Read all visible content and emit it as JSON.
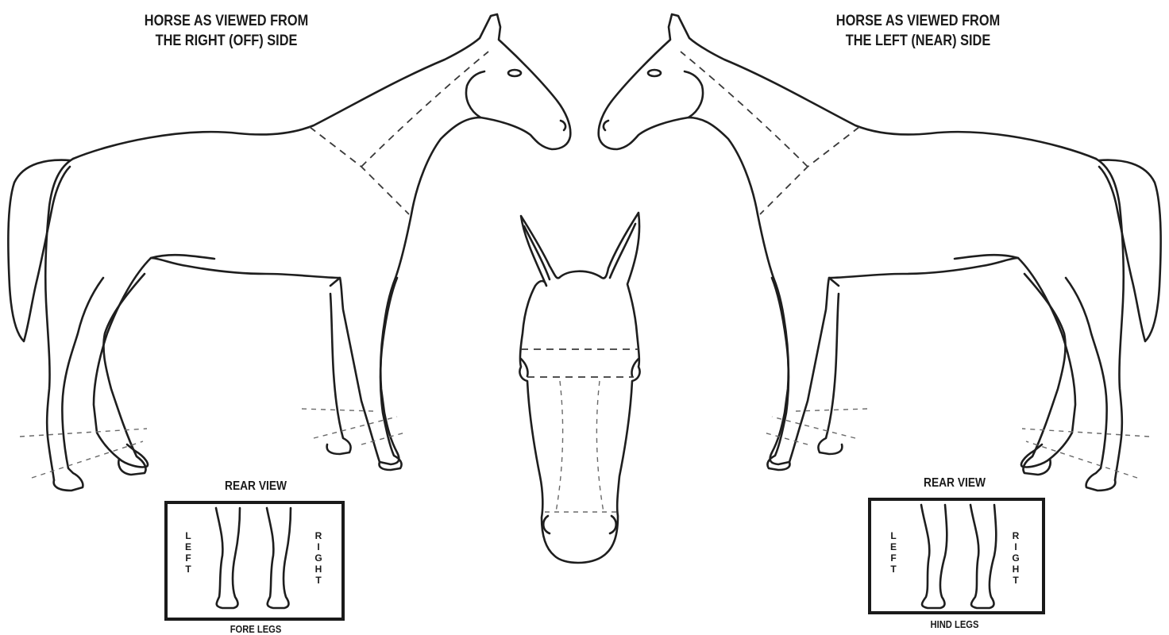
{
  "titles": {
    "right_side": [
      "HORSE AS VIEWED FROM",
      "THE RIGHT (OFF) SIDE"
    ],
    "left_side": [
      "HORSE AS VIEWED FROM",
      "THE LEFT (NEAR) SIDE"
    ]
  },
  "rear_views": {
    "fore": {
      "title": "REAR VIEW",
      "left_label": "LEFT",
      "right_label": "RIGHT",
      "caption": "FORE LEGS"
    },
    "hind": {
      "title": "REAR VIEW",
      "left_label": "LEFT",
      "right_label": "RIGHT",
      "caption": "HIND LEGS"
    }
  },
  "colors": {
    "line": "#1e1e1e",
    "background": "#ffffff"
  }
}
